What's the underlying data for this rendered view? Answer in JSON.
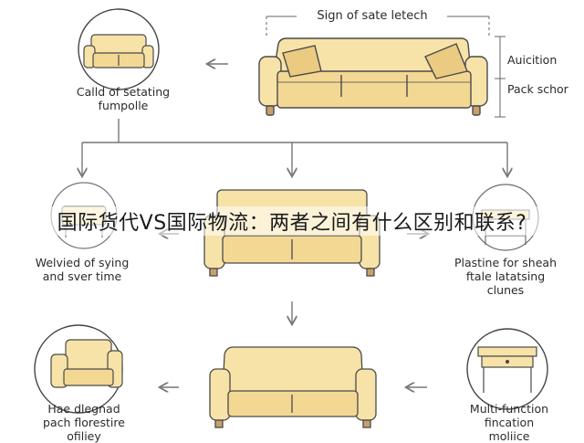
{
  "headline": "国际货代VS国际物流：两者之间有什么区别和联系?",
  "labels": {
    "top_dimension": "Sign of sate letech",
    "height_label_1": "Auicition",
    "height_label_2": "Pack schor",
    "top_left": [
      "Calld of setating",
      "fumpolle"
    ],
    "mid_left": [
      "Welvied of sying",
      "and sver time"
    ],
    "mid_right": [
      "Plastine for sheah",
      "ftale latatsing",
      "clunes"
    ],
    "bottom_left": [
      "Hae dlegnad",
      "pach florestire",
      "ofiliey"
    ],
    "bottom_right": [
      "Multi-function",
      "fincation",
      "moliice"
    ]
  },
  "colors": {
    "fabric": "#F7E3A8",
    "fabric_shade": "#EBCB82",
    "outline": "#4a4a4a",
    "arrow": "#777777"
  }
}
